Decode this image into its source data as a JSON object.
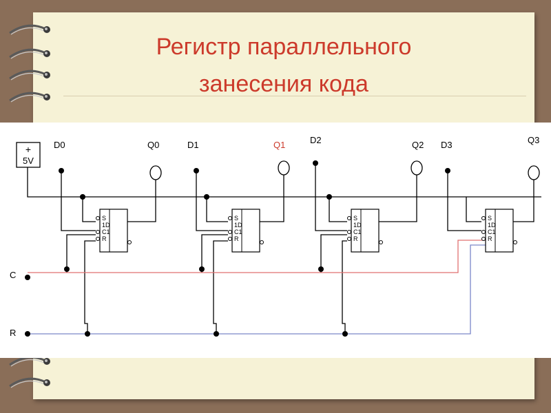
{
  "slide": {
    "title_line1": "Регистр параллельного",
    "title_line2": "занесения кода"
  },
  "circuit": {
    "power_label_plus": "+",
    "power_label_voltage": "5V",
    "inputs": [
      "D0",
      "D1",
      "D2",
      "D3"
    ],
    "outputs": [
      "Q0",
      "Q1",
      "Q2",
      "Q3"
    ],
    "control_c": "C",
    "control_r": "R",
    "pin_labels": [
      "S",
      "1D",
      "C1",
      "R"
    ]
  },
  "colors": {
    "title": "#cc3a2b",
    "q1_label": "#cc3a2b",
    "clock_line": "#e07070",
    "reset_line": "#7a86c8",
    "wire": "#000000"
  }
}
